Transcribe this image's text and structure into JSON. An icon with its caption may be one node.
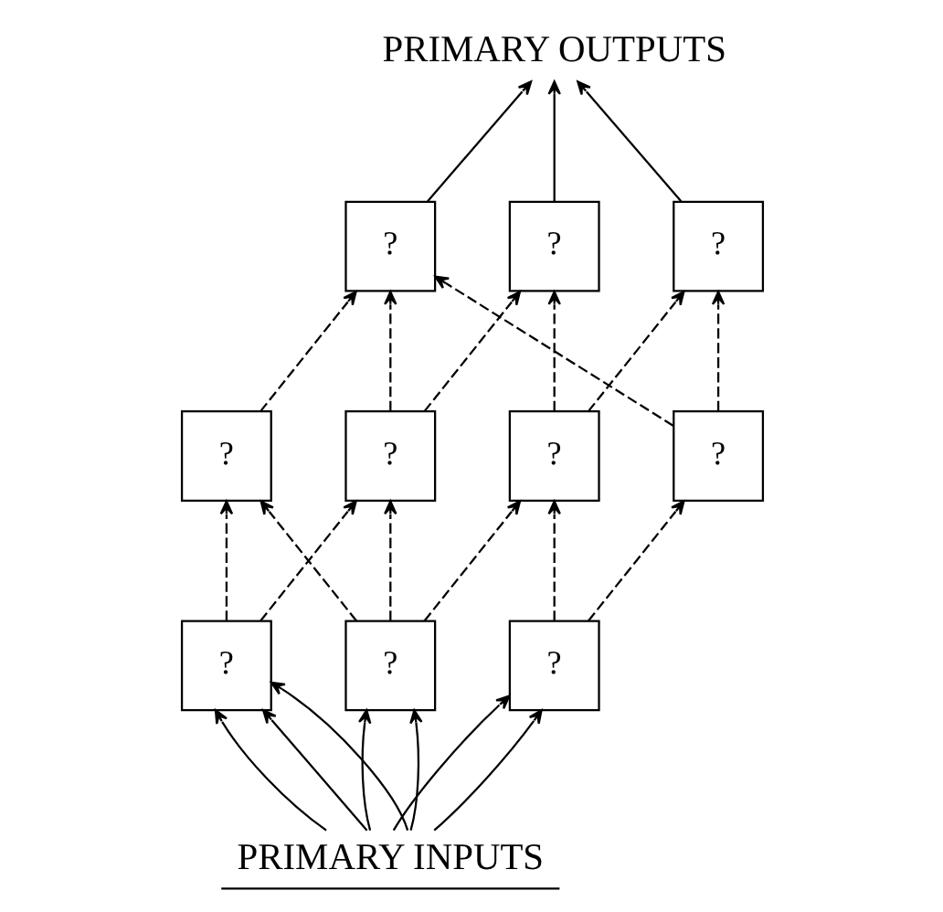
{
  "diagram": {
    "nodes": [
      {
        "text": [
          "PRIMARY OUTPUTS"
        ]
      },
      {
        "text": [
          "?"
        ]
      },
      {
        "text": [
          "?"
        ]
      },
      {
        "text": [
          "?"
        ]
      },
      {
        "text": [
          "?"
        ]
      },
      {
        "text": [
          "?"
        ]
      },
      {
        "text": [
          "?"
        ]
      },
      {
        "text": [
          "?"
        ]
      },
      {
        "text": [
          "?"
        ]
      },
      {
        "text": [
          "?"
        ]
      },
      {
        "text": [
          "?"
        ]
      },
      {
        "text": [
          "PRIMARY INPUTS"
        ]
      }
    ],
    "edges": [
      {
        "from": 1,
        "to": 0,
        "arrow": "to"
      },
      {
        "from": 2,
        "to": 0,
        "arrow": "to"
      },
      {
        "from": 3,
        "to": 0,
        "arrow": "to"
      },
      {
        "from": 4,
        "to": 1,
        "arrow": "to",
        "style": "dashed"
      },
      {
        "from": 5,
        "to": 1,
        "arrow": "to",
        "style": "dashed"
      },
      {
        "from": 5,
        "to": 2,
        "arrow": "to",
        "style": "dashed"
      },
      {
        "from": 6,
        "to": 1,
        "arrow": "to",
        "style": "dashed"
      },
      {
        "from": 6,
        "to": 3,
        "arrow": "to",
        "style": "dashed"
      },
      {
        "from": 7,
        "to": 2,
        "arrow": "to",
        "style": "dashed"
      },
      {
        "from": 7,
        "to": 3,
        "arrow": "to",
        "style": "dashed"
      },
      {
        "from": 8,
        "to": 4,
        "arrow": "to",
        "style": "dashed"
      },
      {
        "from": 8,
        "to": 6,
        "arrow": "to",
        "style": "dashed"
      },
      {
        "from": 9,
        "to": 5,
        "arrow": "to",
        "style": "dashed"
      },
      {
        "from": 9,
        "to": 7,
        "arrow": "to",
        "style": "dashed"
      },
      {
        "from": 10,
        "to": 4,
        "arrow": "to",
        "style": "dashed"
      },
      {
        "from": 10,
        "to": 6,
        "arrow": "to",
        "style": "dashed"
      },
      {
        "from": 10,
        "to": 7,
        "arrow": "to",
        "style": "dashed"
      },
      {
        "from": 11,
        "to": 8,
        "arrow": "to"
      },
      {
        "from": 11,
        "to": 8,
        "arrow": "to"
      },
      {
        "from": 11,
        "to": 9,
        "arrow": "to"
      },
      {
        "from": 11,
        "to": 10,
        "arrow": "to"
      },
      {
        "from": 11,
        "to": 9,
        "arrow": "to"
      },
      {
        "from": 11,
        "to": 8,
        "arrow": "to"
      },
      {
        "from": 11,
        "to": 10,
        "arrow": "to"
      }
    ]
  }
}
